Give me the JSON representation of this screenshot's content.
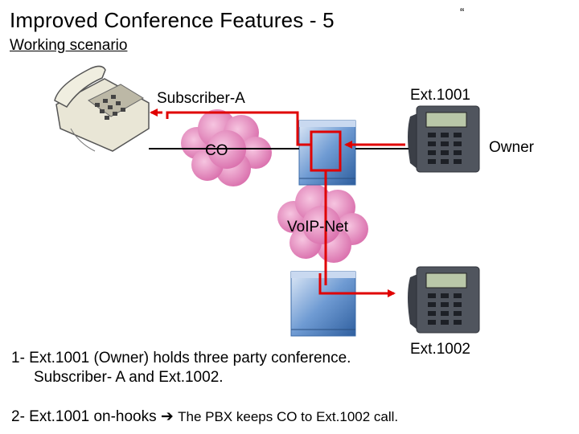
{
  "header": {
    "title": "Improved Conference Features - 5",
    "quote_mark": "“",
    "subtitle": "Working scenario"
  },
  "diagram": {
    "subscriber_label": "Subscriber-A",
    "co_label": "CO",
    "voip_label": "VoIP-Net",
    "ext1001_label": "Ext.1001",
    "owner_label": "Owner",
    "ext1002_label": "Ext.1002"
  },
  "steps": {
    "step1_line1": "1- Ext.1001 (Owner) holds three party conference.",
    "step1_line2": "Subscriber- A and Ext.1002.",
    "step2_prefix": "2- Ext.1001 on-hooks",
    "step2_arrow": "➔",
    "step2_suffix": "The PBX keeps CO to Ext.1002 call."
  },
  "colors": {
    "connection": "#e00000",
    "cloud": "#e98fc2",
    "pbx": "#4a7fc0",
    "line": "#000000"
  }
}
